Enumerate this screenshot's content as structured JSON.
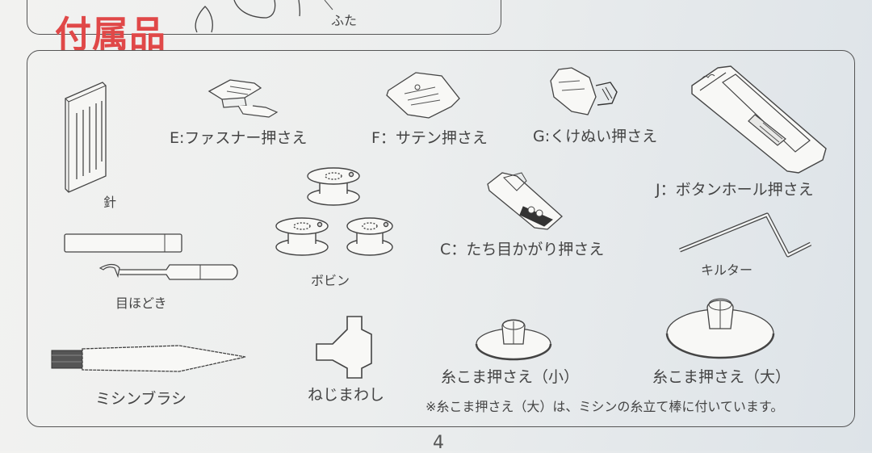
{
  "previous_section": {
    "lid_label": "ふた"
  },
  "section": {
    "title": "付属品",
    "title_color": "#e04848"
  },
  "accessories": [
    {
      "id": "needles",
      "label": "針",
      "icon": "needle-pack-icon"
    },
    {
      "id": "zipper-foot",
      "label": "E:ファスナー押さえ",
      "icon": "zipper-foot-icon"
    },
    {
      "id": "satin-foot",
      "label": "F：サテン押さえ",
      "icon": "satin-foot-icon"
    },
    {
      "id": "blind-hem-foot",
      "label": "G:くけぬい押さえ",
      "icon": "blind-hem-foot-icon"
    },
    {
      "id": "buttonhole-foot",
      "label": "J：ボタンホール押さえ",
      "icon": "buttonhole-foot-icon"
    },
    {
      "id": "bobbins",
      "label": "ボビン",
      "icon": "bobbins-icon"
    },
    {
      "id": "overcast-foot",
      "label": "C：たち目かがり押さえ",
      "icon": "overcast-foot-icon"
    },
    {
      "id": "seam-ripper",
      "label": "目ほどき",
      "icon": "seam-ripper-icon"
    },
    {
      "id": "quilter",
      "label": "キルター",
      "icon": "quilter-guide-icon"
    },
    {
      "id": "brush",
      "label": "ミシンブラシ",
      "icon": "brush-icon"
    },
    {
      "id": "screwdriver",
      "label": "ねじまわし",
      "icon": "screwdriver-icon"
    },
    {
      "id": "spool-cap-small",
      "label": "糸こま押さえ（小）",
      "icon": "spool-cap-small-icon"
    },
    {
      "id": "spool-cap-large",
      "label": "糸こま押さえ（大）",
      "icon": "spool-cap-large-icon"
    }
  ],
  "note": "※糸こま押さえ（大）は、ミシンの糸立て棒に付いています。",
  "page_number": "4"
}
